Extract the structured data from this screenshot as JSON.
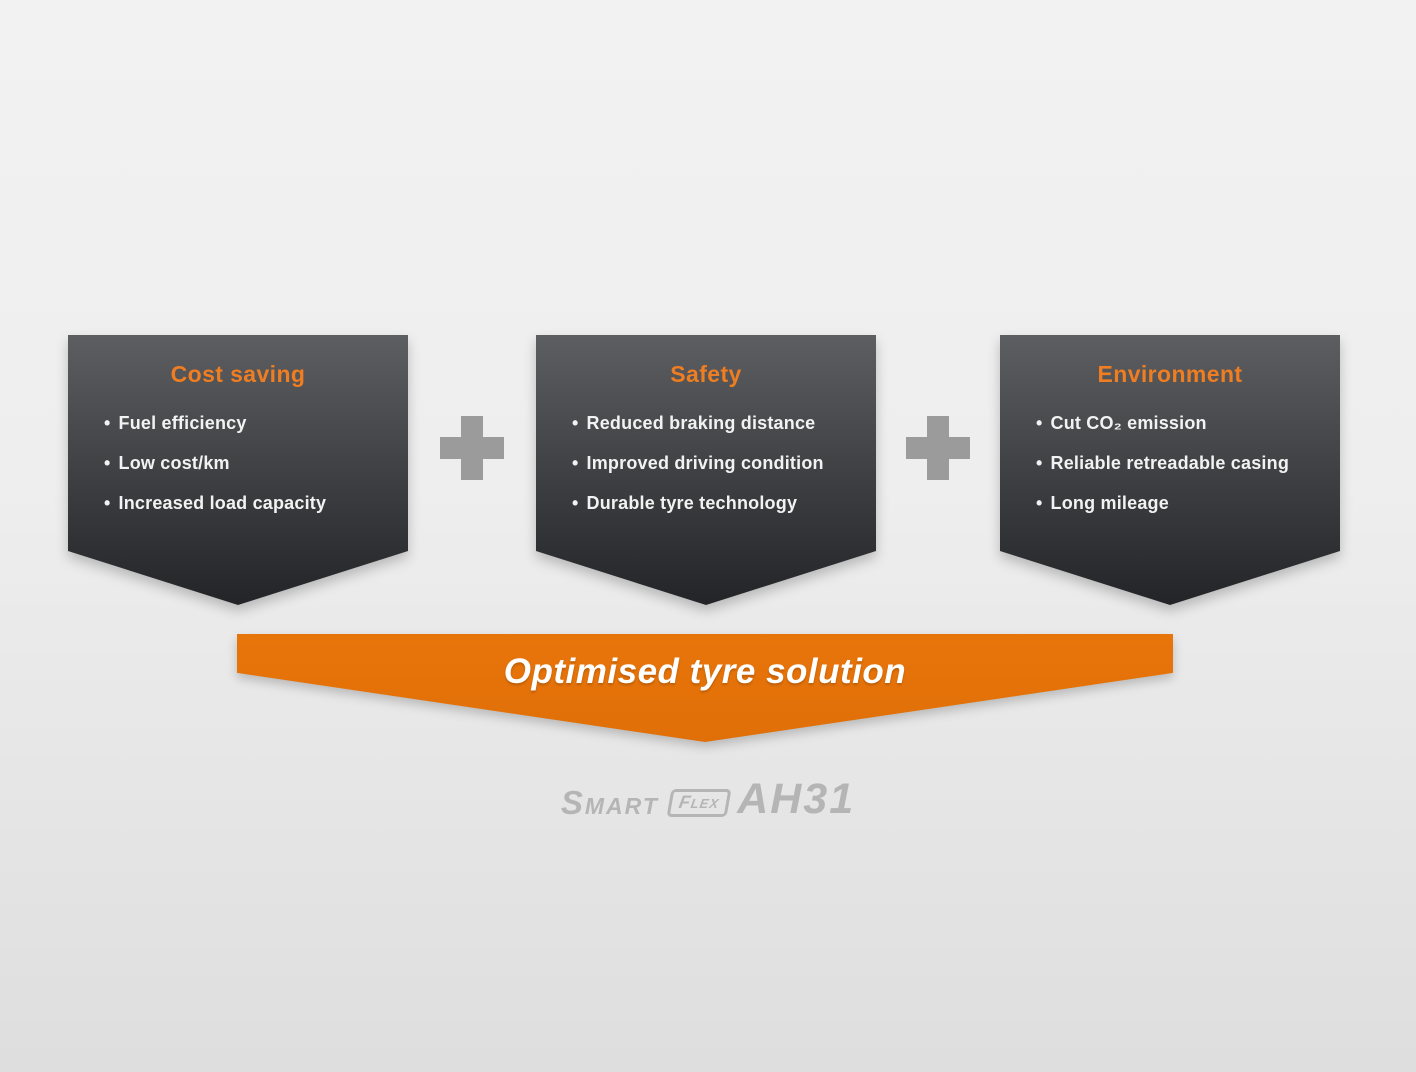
{
  "colors": {
    "bg_top": "#f2f2f2",
    "bg_bottom": "#dedede",
    "panel_top": "#5c5e61",
    "panel_mid": "#3c3e41",
    "panel_bottom": "#232427",
    "accent_orange": "#ef7d21",
    "banner_orange": "#e8750a",
    "plus_gray": "#9b9b9b",
    "bullet_text": "#f2f2f2",
    "logo_gray": "#b5b5b5"
  },
  "glyphs": {
    "bullet": "•",
    "plus": "+"
  },
  "panels": [
    {
      "title": "Cost saving",
      "bullets": [
        "Fuel efficiency",
        "Low cost/km",
        "Increased load capacity"
      ]
    },
    {
      "title": "Safety",
      "bullets": [
        "Reduced braking distance",
        "Improved driving condition",
        "Durable tyre technology"
      ]
    },
    {
      "title": "Environment",
      "bullets": [
        "Cut CO₂ emission",
        "Reliable retreadable casing",
        "Long mileage"
      ]
    }
  ],
  "banner": {
    "label": "Optimised tyre solution"
  },
  "logo": {
    "brand": "Smart",
    "sub": "Flex",
    "model": "AH31"
  }
}
